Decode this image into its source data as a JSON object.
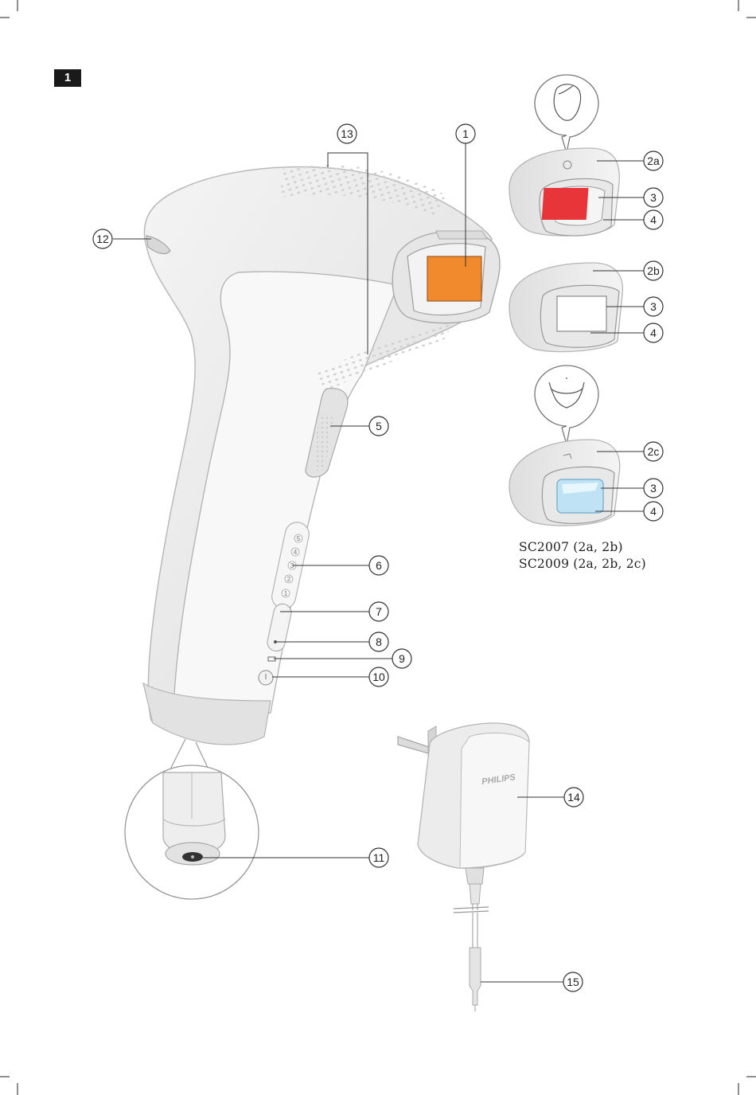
{
  "figure": {
    "number": "1"
  },
  "callouts": {
    "c1": "1",
    "c2a": "2a",
    "c2b": "2b",
    "c2c": "2c",
    "c3": "3",
    "c4": "4",
    "c5": "5",
    "c6": "6",
    "c7": "7",
    "c8": "8",
    "c9": "9",
    "c10": "10",
    "c11": "11",
    "c12": "12",
    "c13": "13",
    "c14": "14",
    "c15": "15"
  },
  "intensity_levels": [
    "5",
    "4",
    "3",
    "2",
    "1"
  ],
  "adapter": {
    "brand": "PHILIPS"
  },
  "models": {
    "line1": "SC2007 (2a, 2b)",
    "line2": "SC2009 (2a, 2b, 2c)"
  },
  "colors": {
    "lamp_body": "#f08a2c",
    "lamp_face_red": "#e8353a",
    "lamp_bikini_blue": "#bfe3f5",
    "device_body": "#ececec",
    "outline": "#b9b9b9"
  }
}
